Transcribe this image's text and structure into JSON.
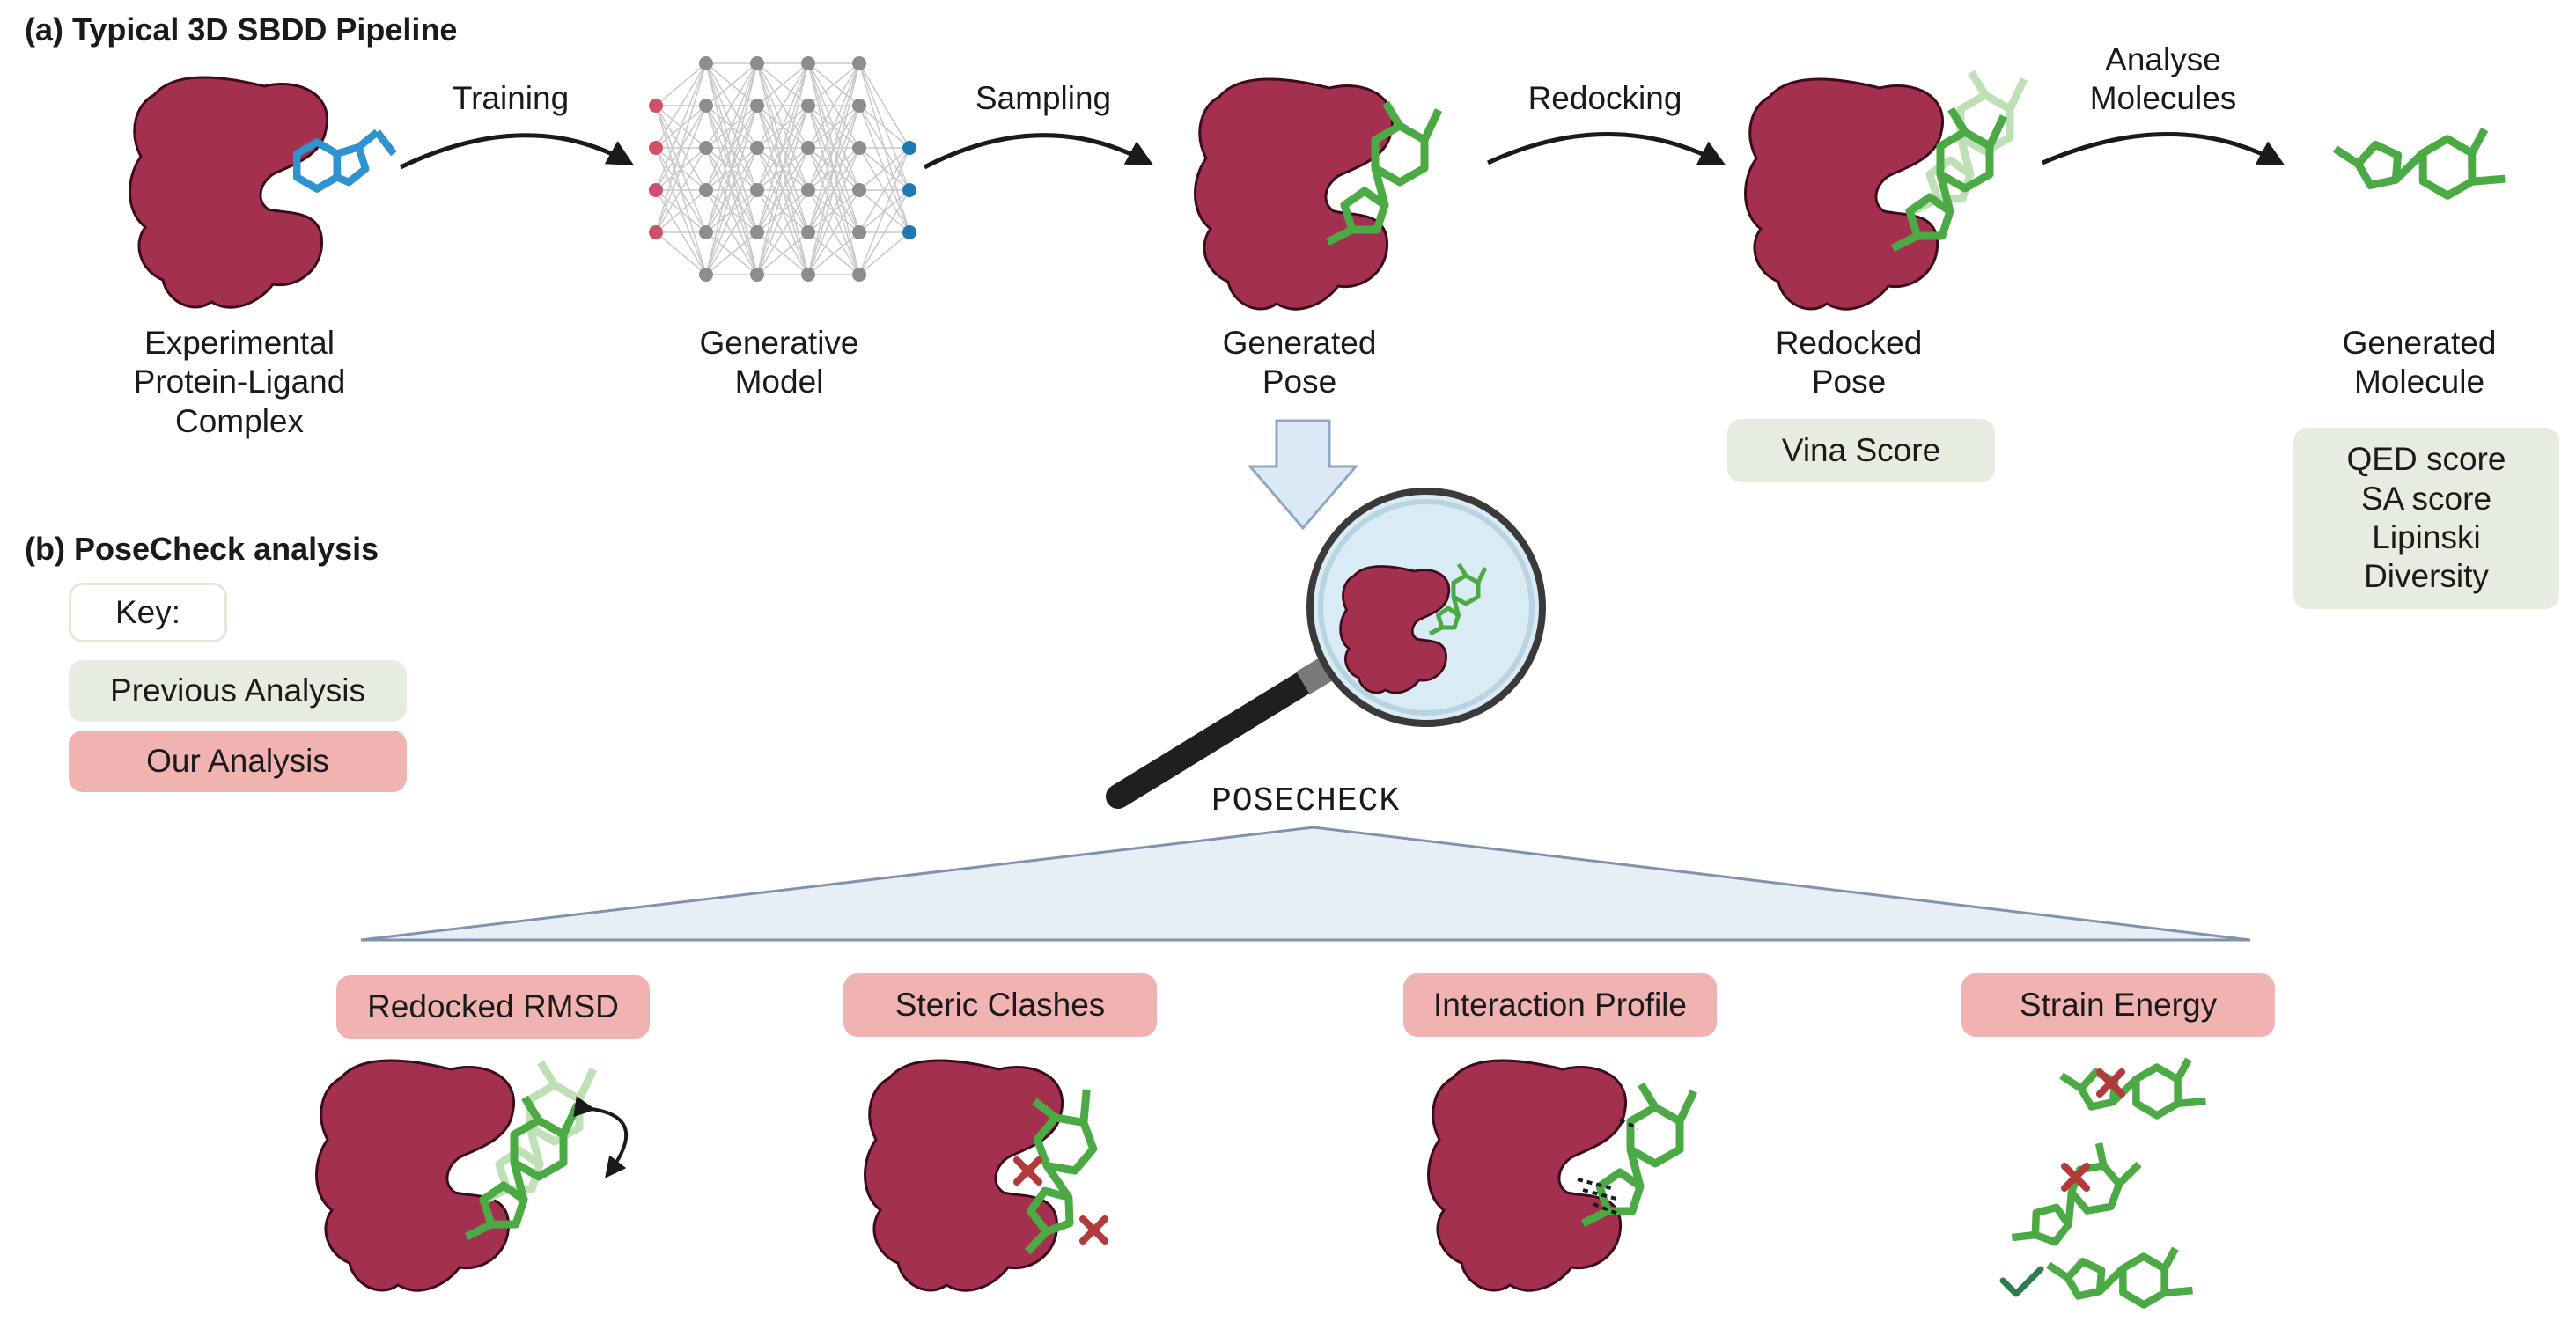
{
  "section_a": {
    "title": "(a) Typical 3D SBDD Pipeline"
  },
  "section_b": {
    "title": "(b) PoseCheck analysis"
  },
  "stages": [
    {
      "lines": [
        "Experimental",
        "Protein-Ligand",
        "Complex"
      ]
    },
    {
      "lines": [
        "Generative",
        "Model"
      ]
    },
    {
      "lines": [
        "Generated",
        "Pose"
      ]
    },
    {
      "lines": [
        "Redocked",
        "Pose"
      ]
    },
    {
      "lines": [
        "Generated",
        "Molecule"
      ]
    }
  ],
  "arrows": [
    {
      "lines": [
        "Training"
      ]
    },
    {
      "lines": [
        "Sampling"
      ]
    },
    {
      "lines": [
        "Redocking"
      ]
    },
    {
      "lines": [
        "Analyse",
        "Molecules"
      ]
    }
  ],
  "previous_metrics": {
    "redocked": [
      "Vina Score"
    ],
    "molecule": [
      "QED score",
      "SA score",
      "Lipinski",
      "Diversity"
    ]
  },
  "key": {
    "title": "Key:",
    "previous": "Previous Analysis",
    "ours": "Our Analysis"
  },
  "tool_name": "POSECHECK",
  "analyses": [
    "Redocked RMSD",
    "Steric Clashes",
    "Interaction Profile",
    "Strain Energy"
  ],
  "colors": {
    "protein": "#a3304f",
    "protein_outline": "#3d0c1c",
    "ligand_green": "#4caa44",
    "ligand_faded": "#bfe0b7",
    "ligand_blue": "#2f93cf",
    "node_gray": "#8d8d8d",
    "node_input": "#d0506a",
    "node_output": "#1f78b4",
    "cross_red": "#b33a3a",
    "check_green": "#2e7d4f",
    "previous_box": "#e6ece0",
    "ours_box": "#f1b2b2",
    "fan_line": "#7f93ad"
  }
}
